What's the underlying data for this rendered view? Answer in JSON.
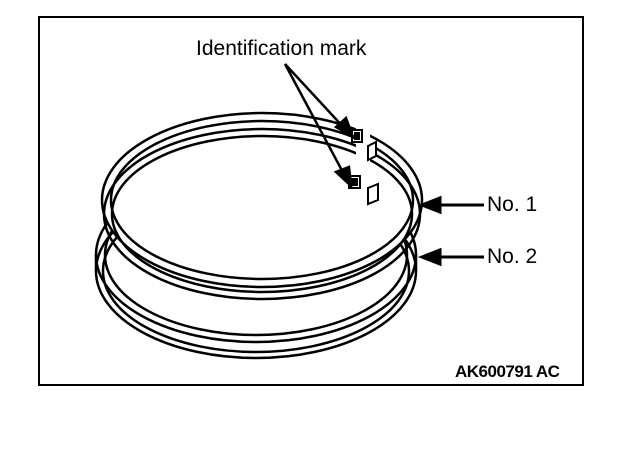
{
  "labels": {
    "identification_mark": "Identification mark",
    "ring_1": "No. 1",
    "ring_2": "No. 2",
    "figure_code": "AK600791 AC"
  },
  "colors": {
    "line": "#000000",
    "background": "#ffffff"
  }
}
